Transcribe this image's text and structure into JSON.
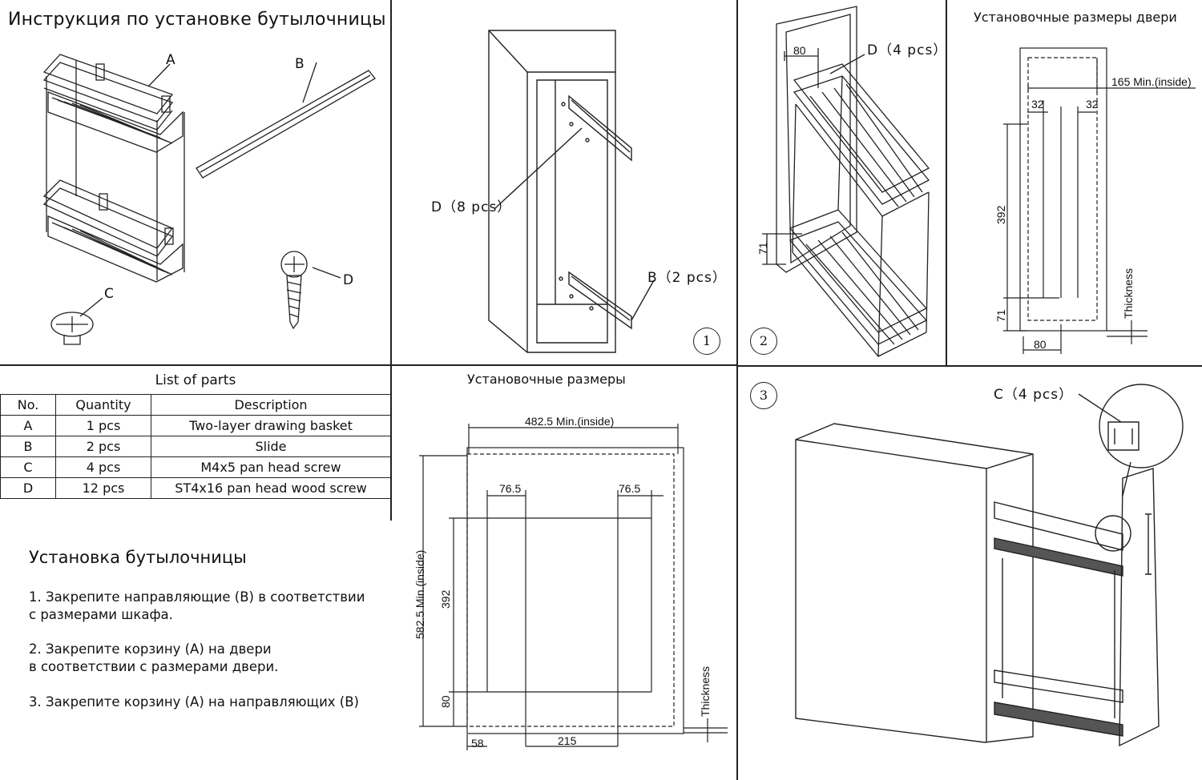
{
  "title": "Инструкция по установке бутылочницы",
  "parts_labels": {
    "a": "A",
    "b": "B",
    "c": "C",
    "d": "D"
  },
  "parts_list": {
    "caption": "List of parts",
    "headers": [
      "No.",
      "Quantity",
      "Description"
    ],
    "rows": [
      {
        "no": "A",
        "qty": "1 pcs",
        "desc": "Two-layer drawing basket"
      },
      {
        "no": "B",
        "qty": "2 pcs",
        "desc": "Slide"
      },
      {
        "no": "C",
        "qty": "4 pcs",
        "desc": "M4x5 pan head screw"
      },
      {
        "no": "D",
        "qty": "12 pcs",
        "desc": "ST4x16 pan head wood screw"
      }
    ]
  },
  "install": {
    "heading": "Установка бутылочницы",
    "steps": [
      [
        "1. Закрепите направляющие (B) в соответствии",
        "с размерами шкафа."
      ],
      [
        "2. Закрепите корзину (A) на двери",
        "в соответствии с размерами двери."
      ],
      [
        "3. Закрепите корзину (A) на направляющих (B)"
      ]
    ]
  },
  "step1": {
    "number": "1",
    "label_d": "D（8 pcs）",
    "label_b": "B（2 pcs）"
  },
  "step2": {
    "number": "2",
    "label_d": "D（4 pcs）",
    "dim_80": "80",
    "dim_71": "71"
  },
  "step3": {
    "number": "3",
    "label_c": "C（4 pcs）"
  },
  "door_dims": {
    "heading": "Установочные размеры двери",
    "width": "165 Min.(inside)",
    "d32a": "32",
    "d32b": "32",
    "d392": "392",
    "d71": "71",
    "d80": "80",
    "thickness": "Thickness"
  },
  "cab_dims": {
    "heading": "Установочные размеры",
    "width": "482.5  Min.(inside)",
    "height": "582.5 Min.(inside)",
    "d76a": "76.5",
    "d76b": "76.5",
    "d392": "392",
    "d80": "80",
    "d58": "58",
    "d215": "215",
    "thickness": "Thickness"
  },
  "colors": {
    "line": "#222222",
    "background": "#ffffff"
  }
}
